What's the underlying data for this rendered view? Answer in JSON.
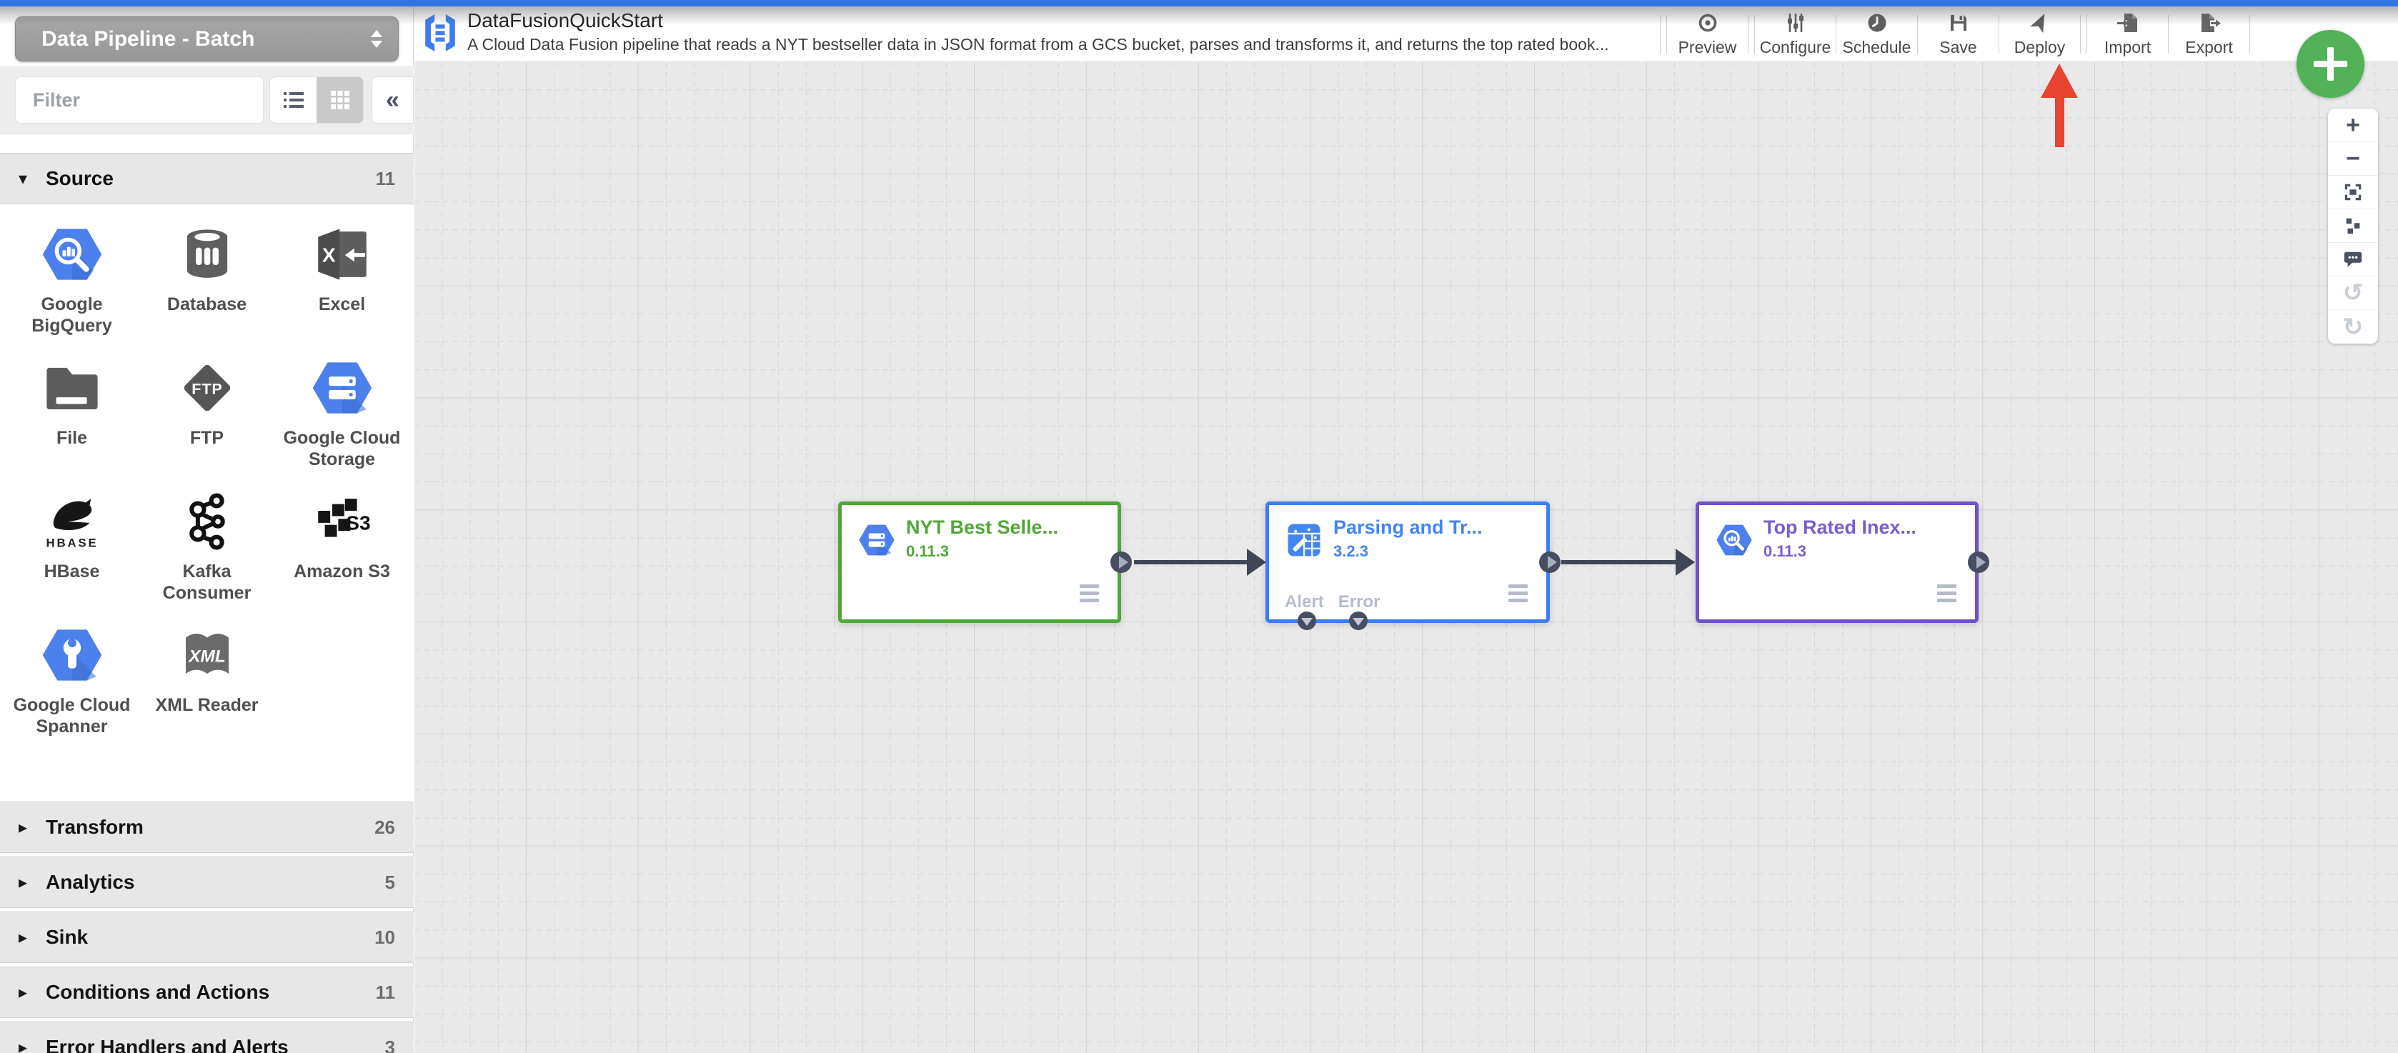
{
  "topbar": {
    "pipeline_type": "Data Pipeline - Batch",
    "color": "#3374e0"
  },
  "header": {
    "title": "DataFusionQuickStart",
    "description": "A Cloud Data Fusion pipeline that reads a NYT bestseller data in JSON format from a GCS bucket, parses and transforms it, and returns the top rated book...",
    "toolbar": [
      {
        "label": "Preview",
        "icon": "preview-eye-icon"
      },
      {
        "label": "Configure",
        "icon": "configure-sliders-icon"
      },
      {
        "label": "Schedule",
        "icon": "schedule-clock-icon"
      },
      {
        "label": "Save",
        "icon": "save-floppy-icon"
      },
      {
        "label": "Deploy",
        "icon": "deploy-send-icon"
      },
      {
        "label": "Import",
        "icon": "import-document-icon"
      },
      {
        "label": "Export",
        "icon": "export-document-icon"
      }
    ]
  },
  "sidebar": {
    "filter_placeholder": "Filter",
    "sections": [
      {
        "label": "Source",
        "count": "11",
        "expanded": true
      },
      {
        "label": "Transform",
        "count": "26",
        "expanded": false
      },
      {
        "label": "Analytics",
        "count": "5",
        "expanded": false
      },
      {
        "label": "Sink",
        "count": "10",
        "expanded": false
      },
      {
        "label": "Conditions and Actions",
        "count": "11",
        "expanded": false
      },
      {
        "label": "Error Handlers and Alerts",
        "count": "3",
        "expanded": false
      }
    ],
    "source_plugins": [
      {
        "label": "Google BigQuery",
        "icon": "bigquery-icon"
      },
      {
        "label": "Database",
        "icon": "database-icon"
      },
      {
        "label": "Excel",
        "icon": "excel-icon"
      },
      {
        "label": "File",
        "icon": "file-folder-icon"
      },
      {
        "label": "FTP",
        "icon": "ftp-icon"
      },
      {
        "label": "Google Cloud Storage",
        "icon": "cloud-storage-icon"
      },
      {
        "label": "HBase",
        "icon": "hbase-icon"
      },
      {
        "label": "Kafka Consumer",
        "icon": "kafka-icon"
      },
      {
        "label": "Amazon S3",
        "icon": "amazon-s3-icon"
      },
      {
        "label": "Google Cloud Spanner",
        "icon": "cloud-spanner-icon"
      },
      {
        "label": "XML Reader",
        "icon": "xml-reader-icon"
      }
    ]
  },
  "canvas": {
    "nodes": [
      {
        "title": "NYT Best Selle...",
        "version": "0.11.3",
        "accent": "#4fa736",
        "icon": "cloud-storage-icon"
      },
      {
        "title": "Parsing and Tr...",
        "version": "3.2.3",
        "accent": "#3b7ef0",
        "icon": "wrangler-icon",
        "ports": [
          "Alert",
          "Error"
        ]
      },
      {
        "title": "Top Rated Inex...",
        "version": "0.11.3",
        "accent": "#6f51c9",
        "icon": "bigquery-icon"
      }
    ],
    "deploy_arrow_color": "#e8432e"
  },
  "zoom_controls": {
    "zoom_in_label": "+",
    "zoom_out_label": "−",
    "undo_glyph": "↺",
    "redo_glyph": "↻"
  },
  "add_button": {
    "color": "#53b257"
  }
}
